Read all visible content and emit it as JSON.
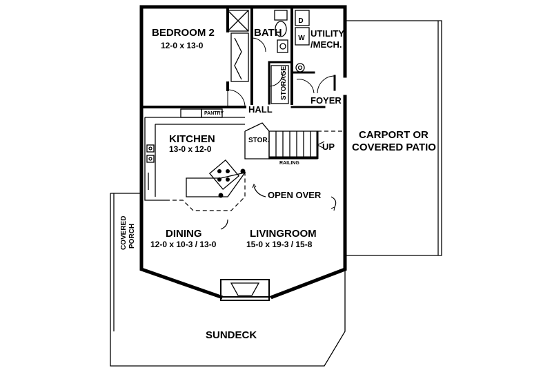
{
  "rooms": {
    "bedroom2": {
      "name": "BEDROOM 2",
      "size": "12-0 x 13-0"
    },
    "bath": {
      "name": "BATH"
    },
    "utility": {
      "line1": "UTILITY",
      "line2": "/MECH."
    },
    "storage": {
      "name": "STORAGE"
    },
    "hall": {
      "name": "HALL"
    },
    "foyer": {
      "name": "FOYER"
    },
    "pantry": {
      "name": "PANTRY"
    },
    "kitchen": {
      "name": "KITCHEN",
      "size": "13-0 x 12-0"
    },
    "stor": {
      "name": "STOR."
    },
    "dining": {
      "name": "DINING",
      "size": "12-0 x 10-3 / 13-0"
    },
    "livingroom": {
      "name": "LIVINGROOM",
      "size": "15-0 x 19-3 / 15-8"
    },
    "sundeck": {
      "name": "SUNDECK"
    },
    "carport": {
      "line1": "CARPORT OR",
      "line2": "COVERED PATIO"
    },
    "covered_porch": {
      "line1": "COVERED",
      "line2": "PORCH"
    }
  },
  "annotations": {
    "up": "UP",
    "railing": "RAILING",
    "open_over": "OPEN OVER",
    "dryer": "D",
    "washer": "W"
  }
}
